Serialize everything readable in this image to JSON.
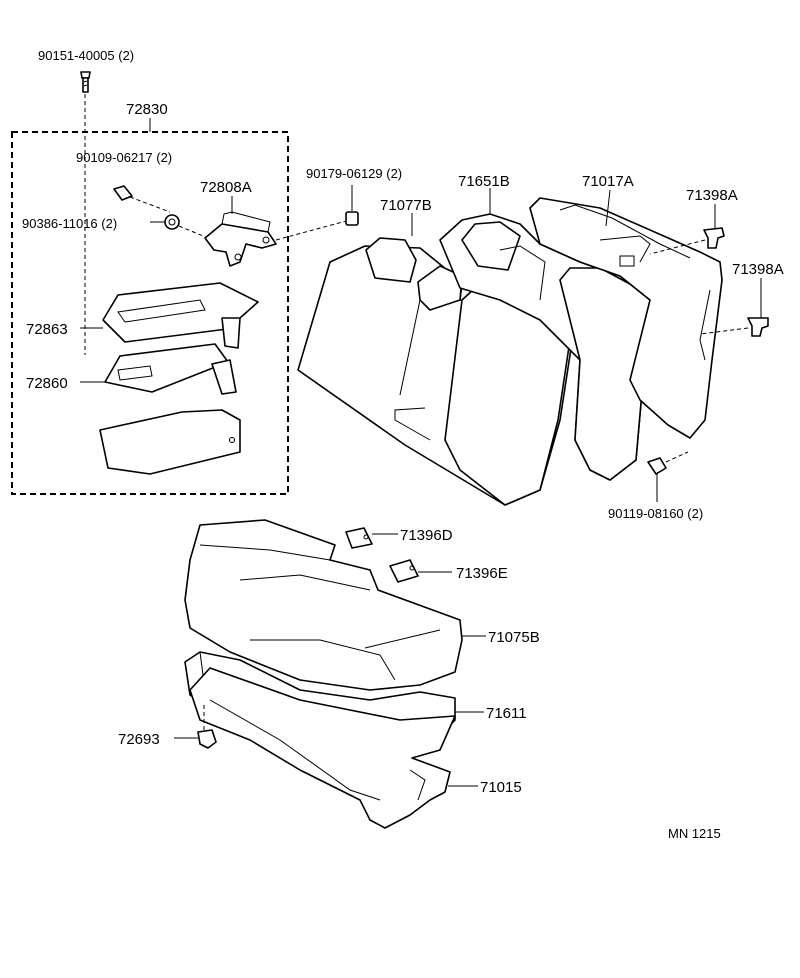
{
  "labels": {
    "p90151": "90151-40005 (2)",
    "p72830": "72830",
    "p90109": "90109-06217 (2)",
    "p72808A": "72808A",
    "p90386": "90386-11016 (2)",
    "p90179": "90179-06129 (2)",
    "p71077B": "71077B",
    "p71651B": "71651B",
    "p71017A": "71017A",
    "p71398A_1": "71398A",
    "p71398A_2": "71398A",
    "p72863": "72863",
    "p72860": "72860",
    "p90119": "90119-08160 (2)",
    "p71396D": "71396D",
    "p71396E": "71396E",
    "p71075B": "71075B",
    "p71611": "71611",
    "p72693": "72693",
    "p71015": "71015",
    "code": "MN  1215"
  }
}
